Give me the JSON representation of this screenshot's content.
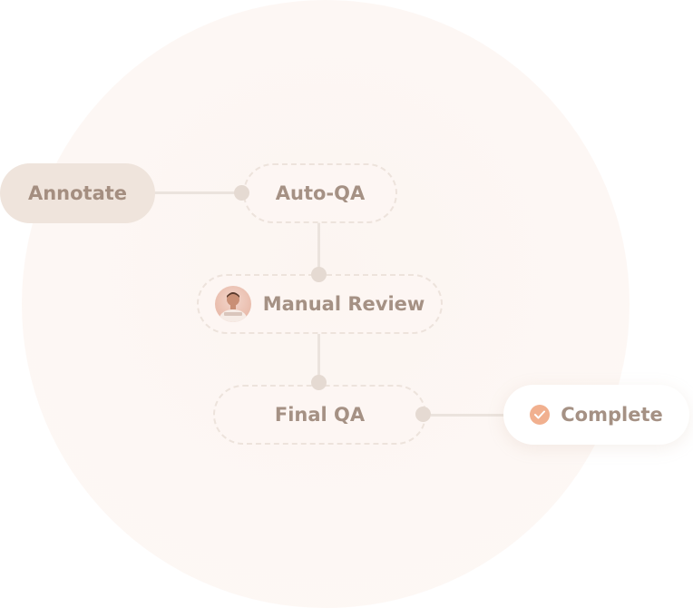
{
  "workflow": {
    "nodes": {
      "annotate": {
        "label": "Annotate"
      },
      "auto_qa": {
        "label": "Auto-QA"
      },
      "manual_review": {
        "label": "Manual Review"
      },
      "final_qa": {
        "label": "Final QA"
      },
      "complete": {
        "label": "Complete"
      }
    },
    "colors": {
      "node_text": "#a59184",
      "annotate_fill": "#efe4dc",
      "check_fill": "#f1b08f",
      "connector": "#ebe3dd",
      "dot": "#e5dad2"
    },
    "icons": {
      "reviewer": "person-avatar-icon",
      "complete": "check-circle-icon"
    }
  }
}
